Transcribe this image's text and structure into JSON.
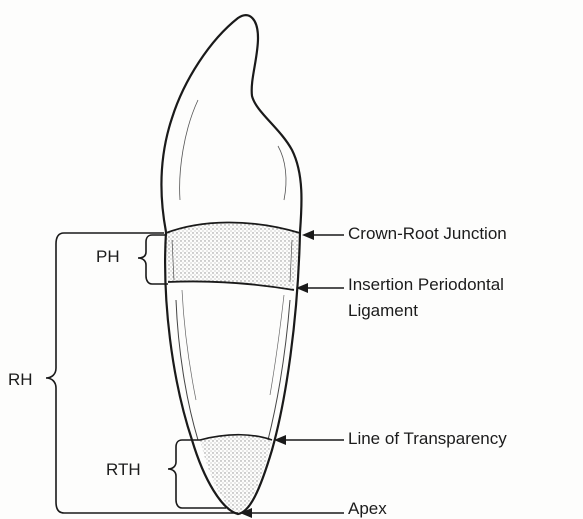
{
  "labels": {
    "crown_root_junction": "Crown-Root Junction",
    "insertion_line1": "Insertion Periodontal",
    "insertion_line2": "Ligament",
    "line_of_transparency": "Line of Transparency",
    "apex": "Apex",
    "ph": "PH",
    "rh": "RH",
    "rth": "RTH"
  },
  "colors": {
    "ink": "#1c1c1c",
    "stipple": "#9a9a9a",
    "background": "#fdfdfc"
  }
}
